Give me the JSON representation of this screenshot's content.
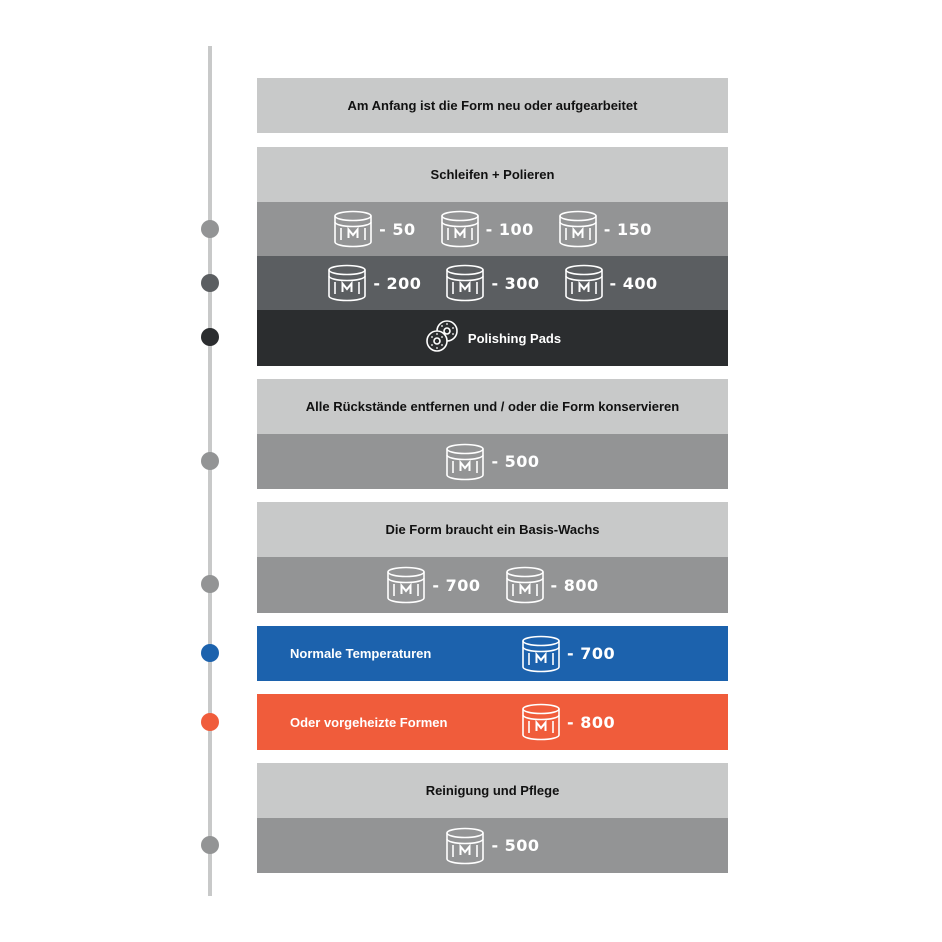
{
  "colors": {
    "timeline": "#c8c9c9",
    "header_bg": "#c8c9c9",
    "light_gray": "#939495",
    "mid_gray": "#5b5e61",
    "dark": "#2b2d2f",
    "blue": "#1c62ad",
    "orange": "#f05c3b"
  },
  "icons": {
    "product": "wax-can-icon",
    "pads": "polishing-pad-icon"
  },
  "header_start": "Am Anfang ist die Form neu oder aufgearbeitet",
  "section_polish": {
    "title": "Schleifen + Polieren",
    "row1": [
      "- 50",
      "- 100",
      "- 150"
    ],
    "row2": [
      "- 200",
      "- 300",
      "- 400"
    ],
    "pads_label": "Polishing Pads"
  },
  "section_residue": {
    "title": "Alle Rückstände entfernen und / oder die Form konservieren",
    "products": [
      "- 500"
    ]
  },
  "section_base_wax": {
    "title": "Die Form braucht ein Basis-Wachs",
    "products": [
      "- 700",
      "- 800"
    ],
    "normal_label": "Normale Temperaturen",
    "normal_product": "- 700",
    "preheated_label": "Oder vorgeheizte Formen",
    "preheated_product": "- 800"
  },
  "section_cleaning": {
    "title": "Reinigung und Pflege",
    "products": [
      "- 500"
    ]
  }
}
